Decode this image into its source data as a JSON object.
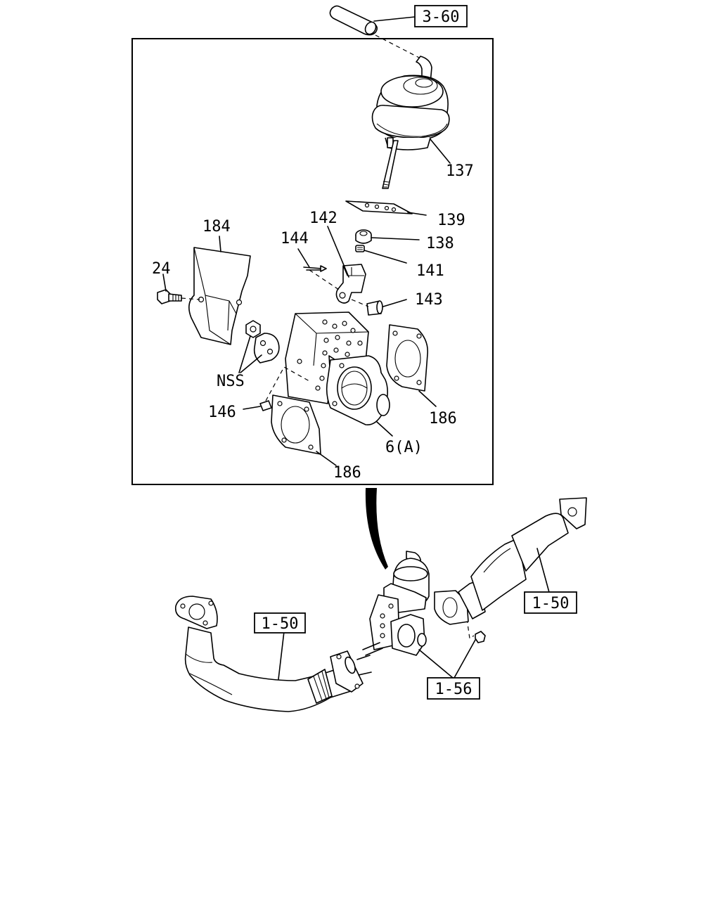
{
  "refs": {
    "top_ref": "3-60",
    "pipe_front_ref": "1-50",
    "pipe_rear_ref": "1-50",
    "valve_assy_ref": "1-56"
  },
  "callouts": {
    "c137": "137",
    "c139": "139",
    "c184": "184",
    "c142": "142",
    "c144": "144",
    "c138": "138",
    "c141": "141",
    "c24": "24",
    "c143": "143",
    "nss": "NSS",
    "c146": "146",
    "c186_right": "186",
    "c6a": "6(A)",
    "c186_bottom": "186"
  }
}
